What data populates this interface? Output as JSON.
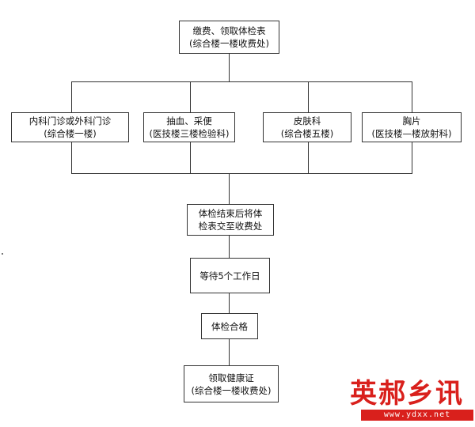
{
  "flowchart": {
    "step1": {
      "line1": "缴费、领取体检表",
      "line2": "(综合楼一楼收费处)"
    },
    "branches": [
      {
        "line1": "内科门诊或外科门诊",
        "line2": "(综合楼一楼)"
      },
      {
        "line1": "抽血、采便",
        "line2": "(医技楼三楼检验科)"
      },
      {
        "line1": "皮肤科",
        "line2": "(综合楼五楼)"
      },
      {
        "line1": "胸片",
        "line2": "(医技楼—楼放射科)"
      }
    ],
    "step3": {
      "line1": "体检结束后将体",
      "line2": "检表交至收费处"
    },
    "step4": {
      "line1": "等待5个工作日"
    },
    "step5": {
      "line1": "体检合格"
    },
    "step6": {
      "line1": "领取健康证",
      "line2": "(综合楼一楼收费处)"
    }
  },
  "watermark": {
    "text": "英郝乡讯",
    "url": "www.ydxx.net"
  }
}
